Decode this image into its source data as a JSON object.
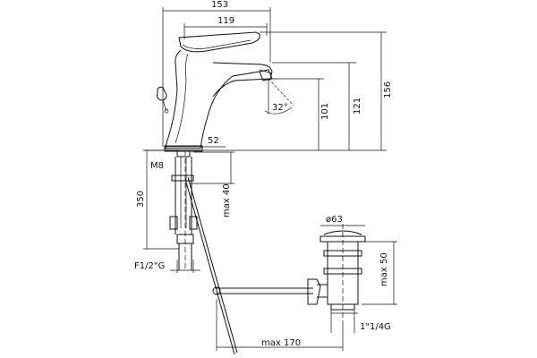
{
  "dimensions": {
    "width_total": "153",
    "width_spout": "119",
    "height_total": "156",
    "height_spout": "121",
    "height_outlet": "101",
    "angle": "32°",
    "base_diameter": "52",
    "rod_thread": "M8",
    "max_deck": "max 40",
    "hose_length": "350",
    "hose_thread": "F1/2\"G",
    "waste_diameter": "ø63",
    "waste_max": "max 50",
    "waste_thread": "1\"1/4G",
    "rod_max": "max 170"
  }
}
